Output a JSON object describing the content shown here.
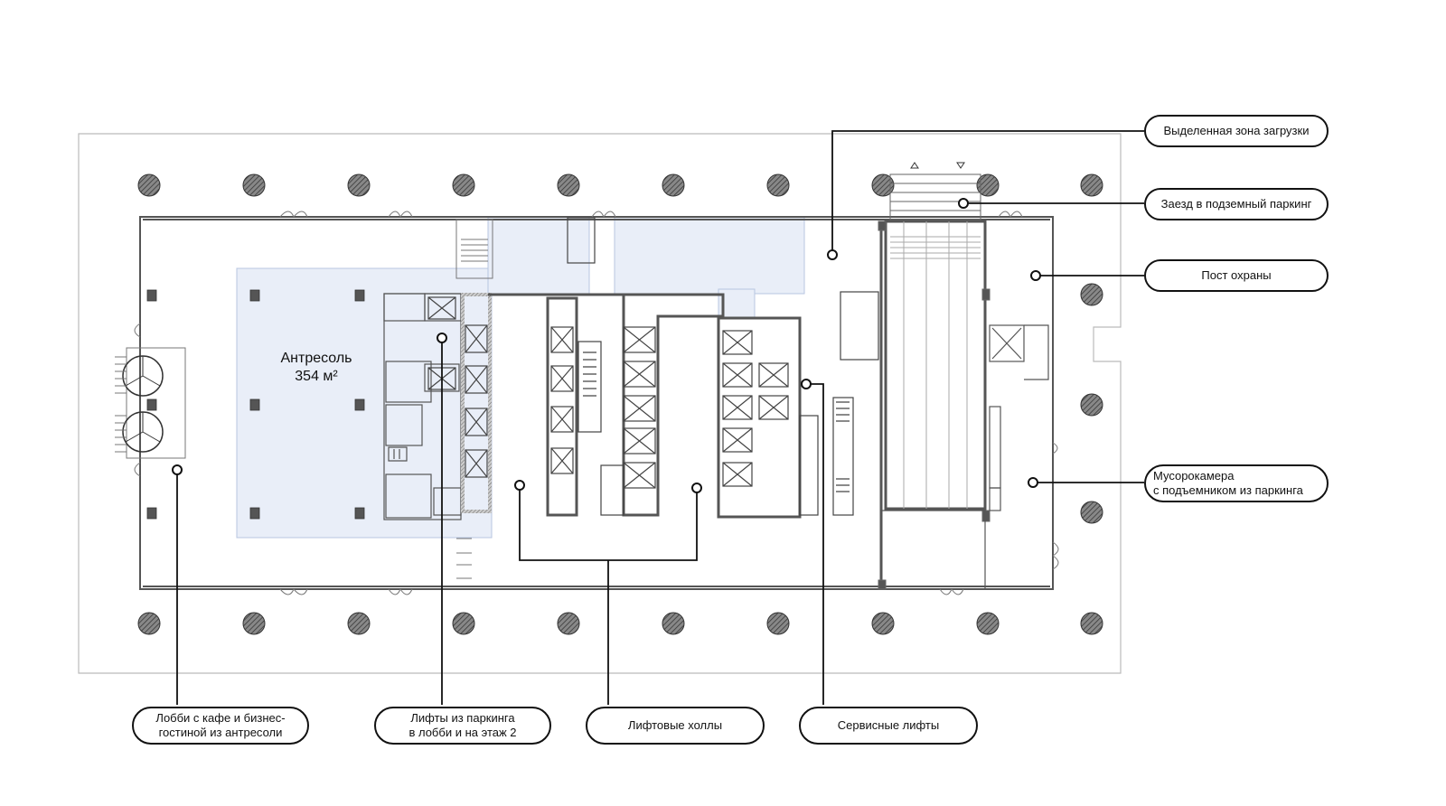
{
  "plan": {
    "mezzanine": {
      "name": "Антресоль",
      "area": "354 м²"
    }
  },
  "callouts": {
    "loading_zone": "Выделенная зона загрузки",
    "parking_entry": "Заезд в подземный паркинг",
    "security_post": "Пост охраны",
    "garbage_room": "Мусорокамера\nс подъемником из паркинга",
    "lobby": "Лобби с кафе и бизнес-\nгостиной из антресоли",
    "parking_lifts": "Лифты из паркинга\nв лобби и на этаж 2",
    "lift_halls": "Лифтовые холлы",
    "service_lifts": "Сервисные лифты"
  },
  "colors": {
    "line": "#111111",
    "wall": "#555555",
    "mezzanine_fill": "#e9eef8",
    "column": "#666666",
    "outline": "#bbbbbb"
  }
}
